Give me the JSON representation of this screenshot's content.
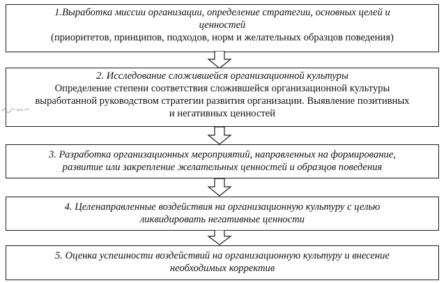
{
  "steps": [
    {
      "line1": "1.Выработка миссии организации, определение стратегии, основных целей и",
      "line2": "ценностей",
      "line3": "(приоритетов, принципов, подходов, норм и желательных образцов поведения)"
    },
    {
      "line1": "2. Исследование сложившейся организационной культуры",
      "line2": "Определение степени соответствия сложившейся организационной культуры",
      "line3": "выработанной руководством стратегии развития организации. Выявление позитивных",
      "line4": "и негативных ценностей"
    },
    {
      "line1": "3. Разработка организационных мероприятий, направленных на формирование,",
      "line2": "развитие или закрепление желательных ценностей и образцов поведения"
    },
    {
      "line1": "4. Целенаправленные воздействия на организационную культуру с целью",
      "line2": "ликвидировать негативные ценности"
    },
    {
      "line1": "5. Оценка успешности воздействий на организационную культуру и внесение",
      "line2": "необходимых корректив"
    }
  ]
}
